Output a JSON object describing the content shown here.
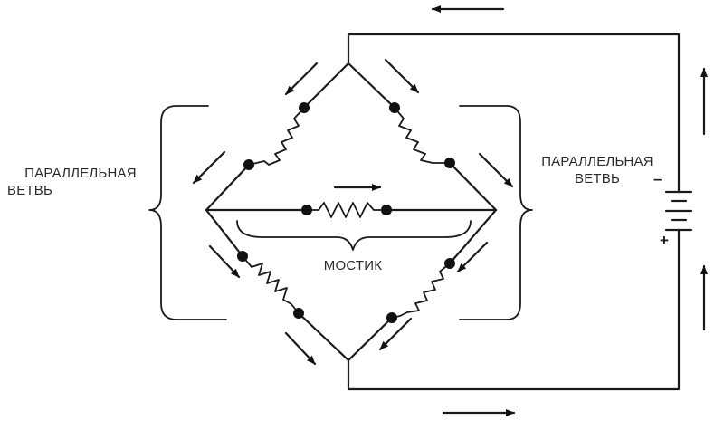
{
  "labels": {
    "left_branch_line1": "ПАРАЛЛЕЛЬНАЯ",
    "left_branch_line2": "ВЕТВЬ",
    "right_branch_line1": "ПАРАЛЛЕЛЬНАЯ",
    "right_branch_line2": "ВЕТВЬ",
    "bridge": "МОСТИК"
  },
  "battery": {
    "minus_sign": "–",
    "plus_sign": "+"
  }
}
